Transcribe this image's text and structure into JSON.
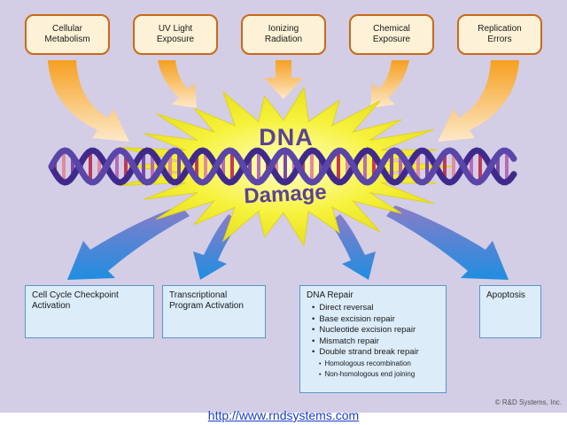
{
  "colors": {
    "background": "#d3cde6",
    "cause_fill": "#fdf2d7",
    "cause_border": "#c86a1a",
    "outcome_fill": "#dcecf8",
    "outcome_border": "#5c96c8",
    "title_color": "#5a4296",
    "burst_yellow": "#f2ef3a",
    "link_color": "#1a3cc8"
  },
  "causes": [
    {
      "label": "Cellular\nMetabolism"
    },
    {
      "label": "UV Light\nExposure"
    },
    {
      "label": "Ionizing\nRadiation"
    },
    {
      "label": "Chemical\nExposure"
    },
    {
      "label": "Replication\nErrors"
    }
  ],
  "center": {
    "title_top": "DNA",
    "title_bottom": "Damage"
  },
  "outcomes": {
    "checkpoint": "Cell Cycle Checkpoint\nActivation",
    "transcription": "Transcriptional\nProgram Activation",
    "repair": {
      "title": "DNA Repair",
      "items": [
        "Direct reversal",
        "Base excision repair",
        "Nucleotide excision repair",
        "Mismatch repair",
        "Double strand break repair"
      ],
      "subitems": [
        "Homologous recombination",
        "Non-homologous end joining"
      ]
    },
    "apoptosis": "Apoptosis"
  },
  "copyright": "© R&D Systems, Inc.",
  "footer_url": "http://www.rndsystems.com"
}
